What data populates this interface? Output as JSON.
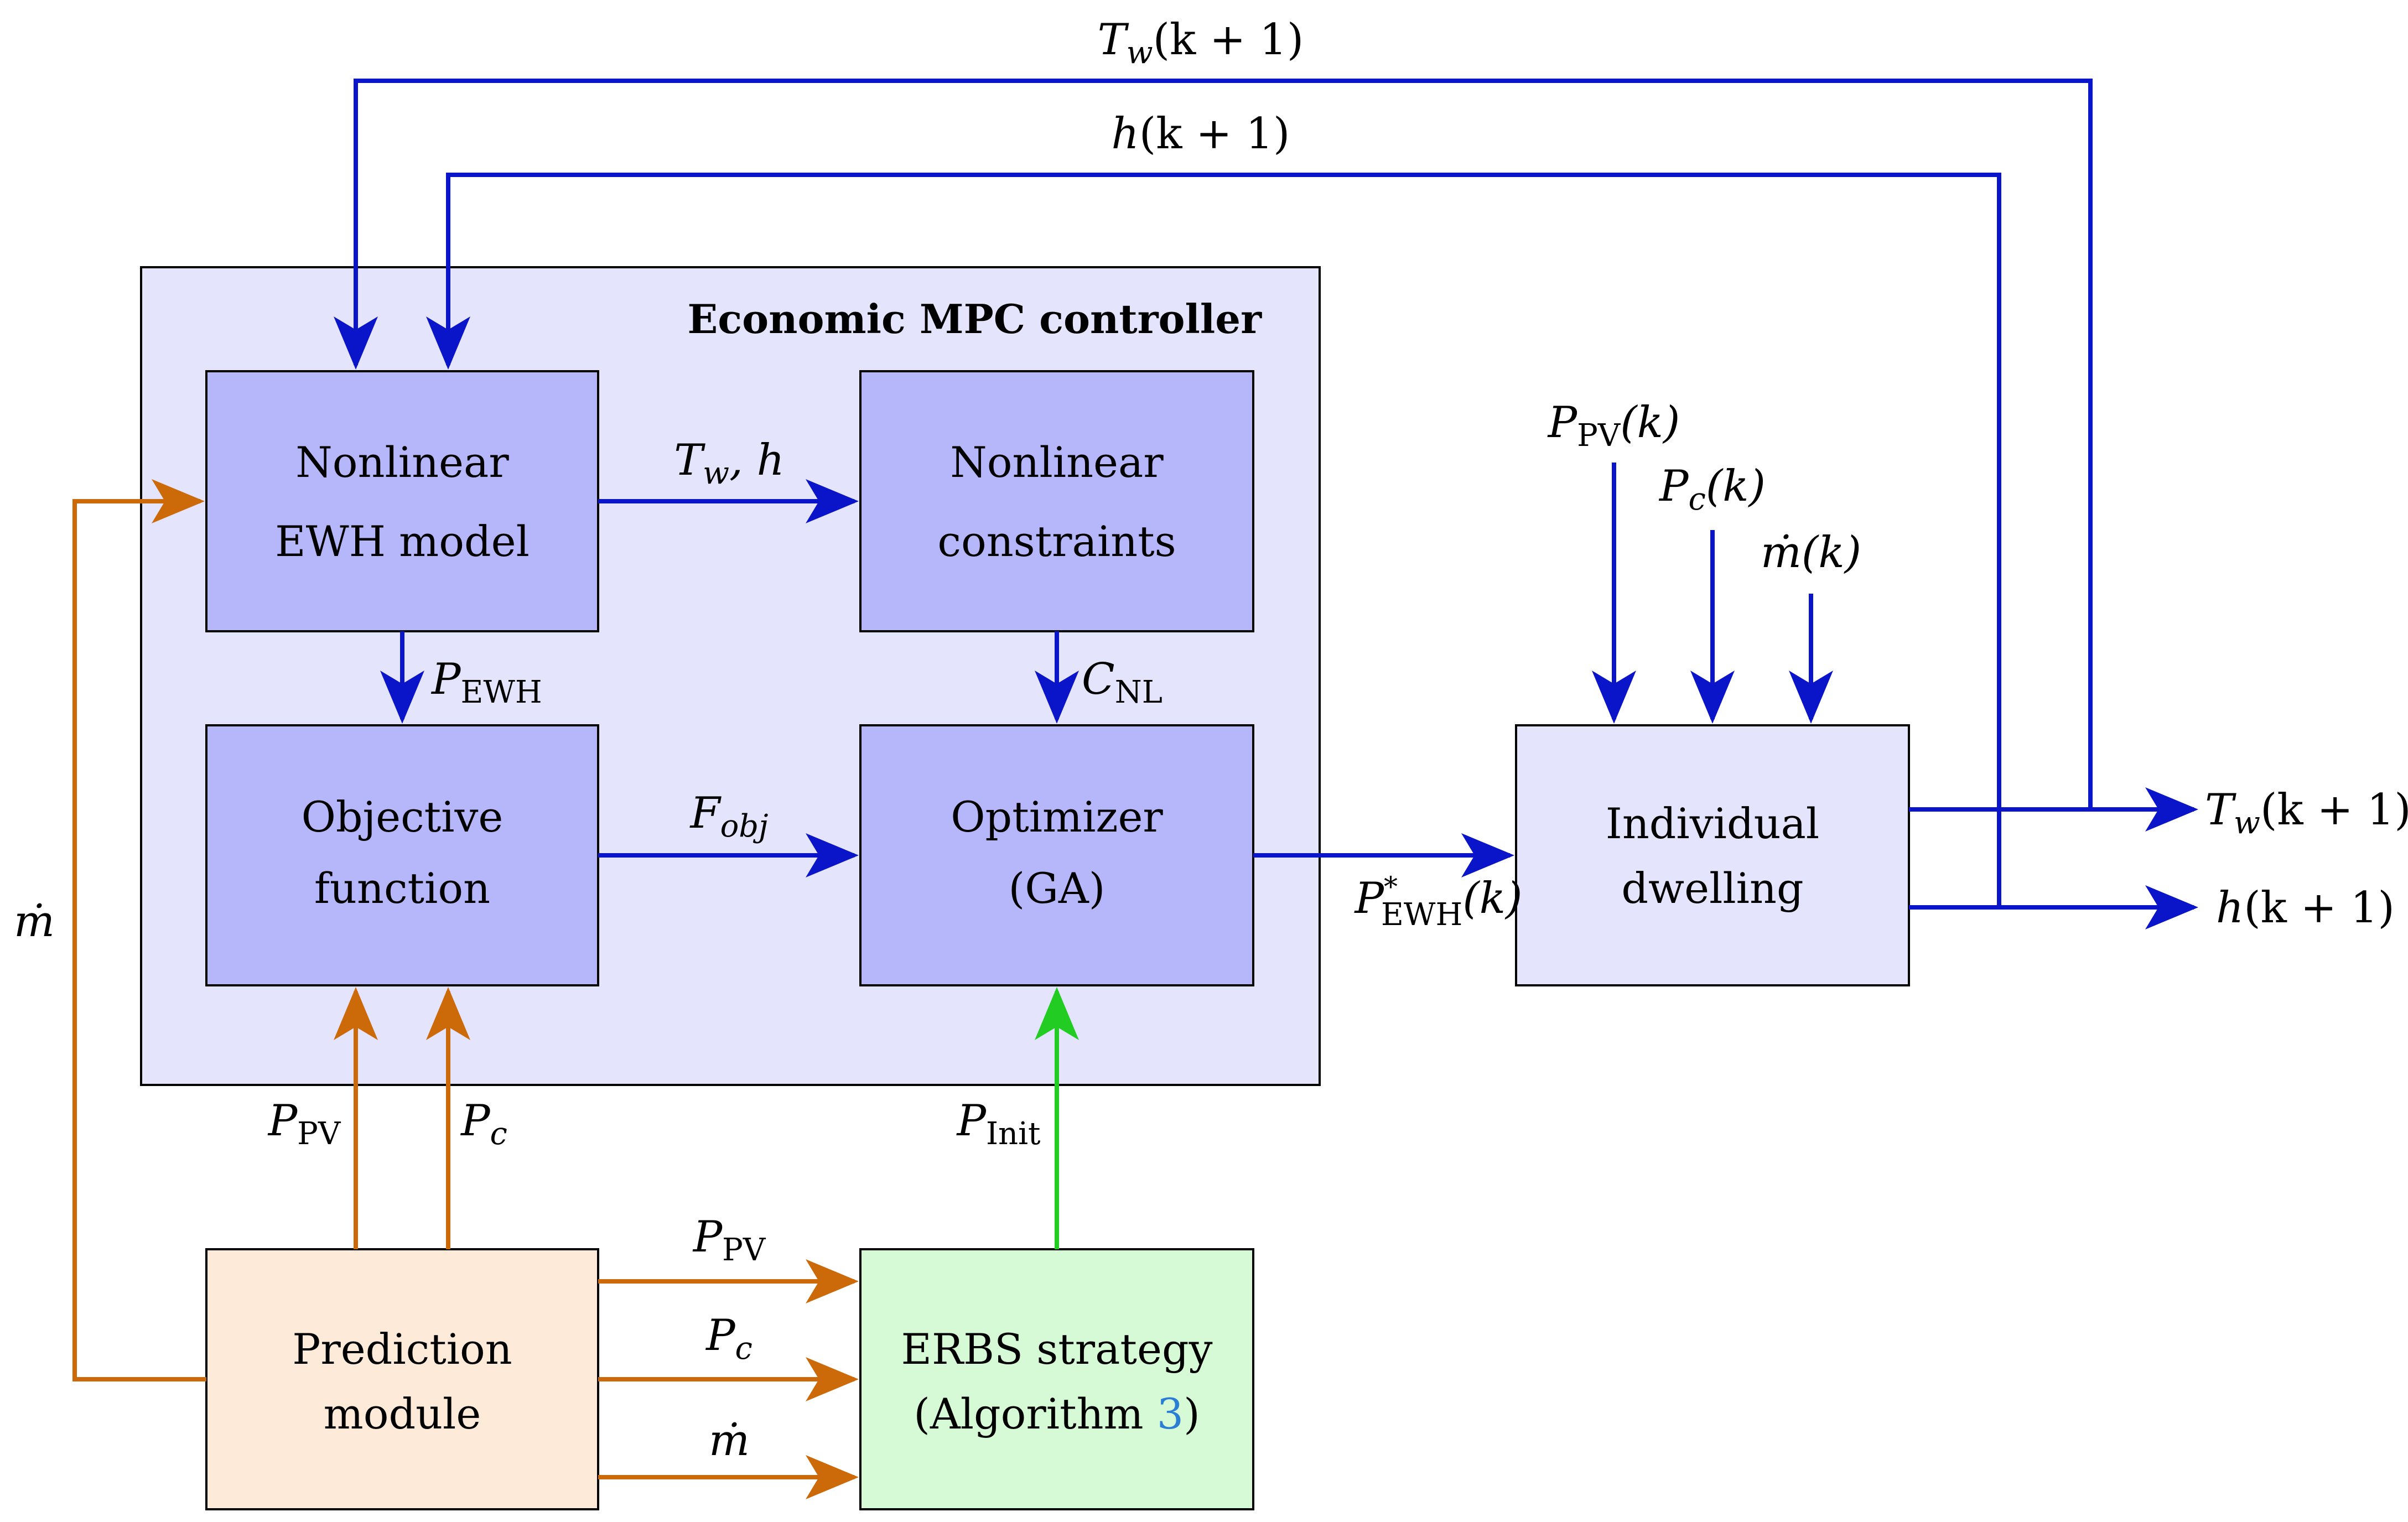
{
  "colors": {
    "blue": "#0a14c8",
    "orange": "#cc6a0a",
    "green": "#22cc22",
    "mpc_bg": "#e4e4fc",
    "block_fill": "#b6b6fa",
    "dwelling_fill": "#e4e4fc",
    "prediction_fill": "#feead8",
    "erbs_fill": "#d6fad6",
    "ref_link": "#2a7fd4"
  },
  "mpc": {
    "title": "Economic MPC controller"
  },
  "blocks": {
    "ewh_model": {
      "line1": "Nonlinear",
      "line2": "EWH model"
    },
    "constraints": {
      "line1": "Nonlinear",
      "line2": "constraints"
    },
    "objective": {
      "line1": "Objective",
      "line2": "function"
    },
    "optimizer": {
      "line1": "Optimizer",
      "line2": "(GA)"
    },
    "dwelling": {
      "line1": "Individual",
      "line2": "dwelling"
    },
    "prediction": {
      "line1": "Prediction",
      "line2": "module"
    },
    "erbs": {
      "line1": "ERBS strategy",
      "line2_prefix": "(Algorithm ",
      "line2_ref": "3",
      "line2_suffix": ")"
    }
  },
  "signals": {
    "tw_feedback": {
      "main": "T",
      "sub": "w",
      "tail": "(k + 1)"
    },
    "h_feedback": {
      "main": "h",
      "tail": "(k + 1)"
    },
    "tw_h": {
      "main": "T",
      "sub": "w",
      "tail": ", h"
    },
    "p_ewh": {
      "main": "P",
      "sub": "EWH"
    },
    "c_nl": {
      "main": "C",
      "sub": "NL"
    },
    "f_obj": {
      "main": "F",
      "sub": "obj"
    },
    "p_ewh_star": {
      "main": "P",
      "sup": "*",
      "sub": "EWH",
      "tail": "(k)"
    },
    "ppv_k": {
      "main": "P",
      "sub": "PV",
      "tail": "(k)"
    },
    "pc_k": {
      "main": "P",
      "sub": "c",
      "tail": "(k)"
    },
    "mdot_k": {
      "main": "ṁ",
      "tail": "(k)"
    },
    "tw_out": {
      "main": "T",
      "sub": "w",
      "tail": "(k + 1)"
    },
    "h_out": {
      "main": "h",
      "tail": "(k + 1)"
    },
    "mdot_left": {
      "main": "ṁ"
    },
    "ppv_up": {
      "main": "P",
      "sub": "PV"
    },
    "pc_up": {
      "main": "P",
      "sub": "c"
    },
    "p_init": {
      "main": "P",
      "sub": "Init"
    },
    "ppv_right": {
      "main": "P",
      "sub": "PV"
    },
    "pc_right": {
      "main": "P",
      "sub": "c"
    },
    "mdot_right": {
      "main": "ṁ"
    }
  }
}
